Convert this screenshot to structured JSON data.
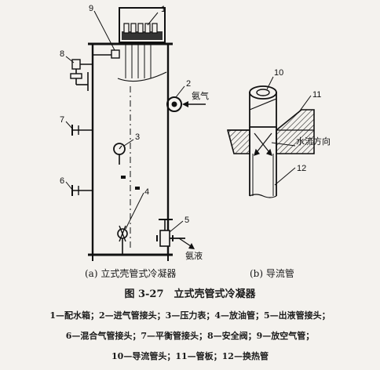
{
  "figure": {
    "caption_a": "(a) 立式壳管式冷凝器",
    "caption_b": "(b) 导流管",
    "title": "图 3-27　立式壳管式冷凝器",
    "legend_lines": [
      "1—配水箱；2—进气管接头；3—压力表；4—放油管；5—出液管接头；",
      "6—混合气管接头；7—平衡管接头；8—安全阀；9—放空气管；",
      "10—导流管头；11—管板；12—换热管"
    ]
  },
  "diagram_a": {
    "callouts": [
      "1",
      "2",
      "3",
      "4",
      "5",
      "6",
      "7",
      "8",
      "9"
    ],
    "labels": {
      "ammonia_gas": "氨气",
      "ammonia_liquid": "氨液"
    }
  },
  "diagram_b": {
    "callouts": [
      "10",
      "11",
      "12"
    ],
    "labels": {
      "water_flow": "水流方向"
    }
  }
}
